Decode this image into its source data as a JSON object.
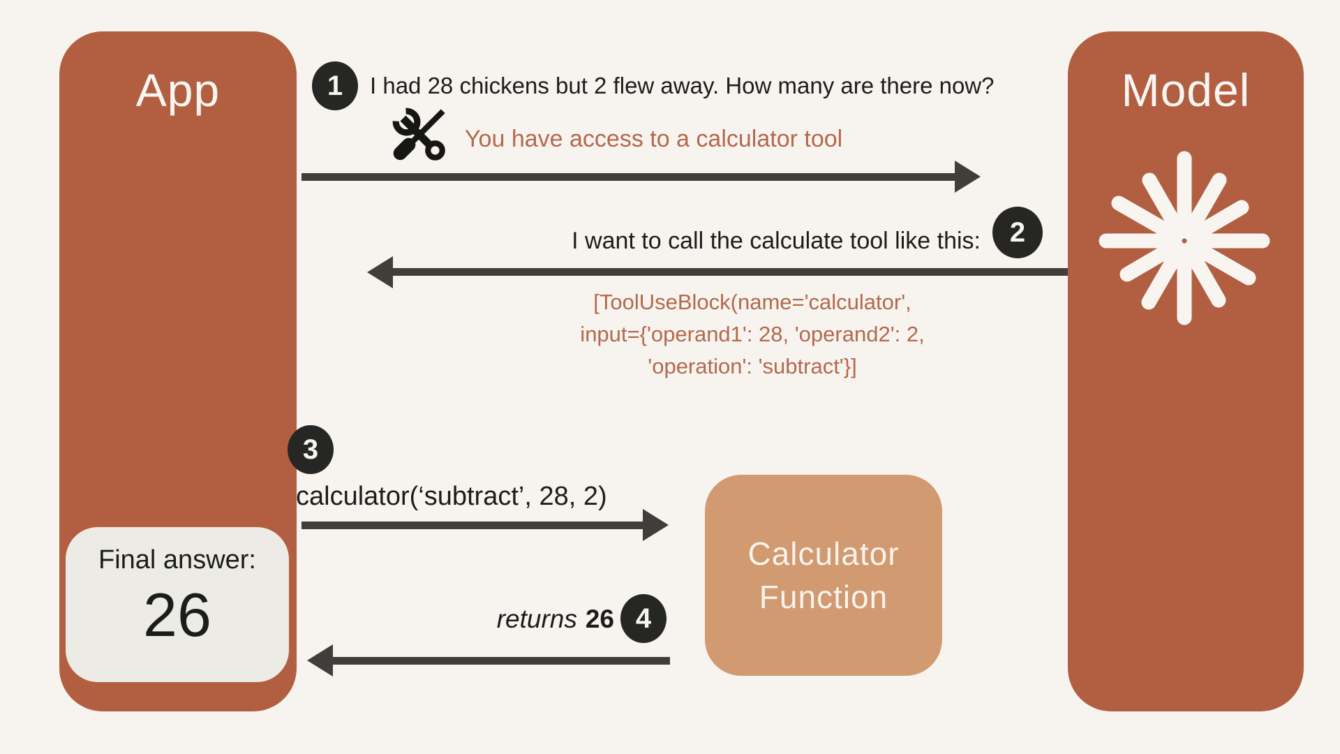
{
  "app_panel": {
    "title": "App",
    "final_answer_label": "Final answer:",
    "final_answer_value": "26"
  },
  "model_panel": {
    "title": "Model"
  },
  "calculator_box": {
    "line1": "Calculator",
    "line2": "Function"
  },
  "step1": {
    "badge": "1",
    "message": "I had 28 chickens but 2 flew away. How many are there now?",
    "note": "You have access to a calculator tool"
  },
  "step2": {
    "badge": "2",
    "message": "I want to call the calculate tool like this:",
    "code_line1": "[ToolUseBlock(name='calculator',",
    "code_line2": "input={'operand1': 28, 'operand2': 2,",
    "code_line3": "'operation': 'subtract'}]"
  },
  "step3": {
    "badge": "3",
    "message": "calculator(‘subtract’, 28, 2)"
  },
  "step4": {
    "badge": "4",
    "message_verb": "returns",
    "message_value": "26"
  },
  "colors": {
    "bg": "#F7F4F0",
    "rust": "#B25F41",
    "tan": "#D19A70",
    "cream": "#EDEBE5",
    "arrow": "#3F3E3B",
    "badge": "#262624",
    "rust_text": "#B5684C",
    "ink": "#1C1C1A"
  }
}
